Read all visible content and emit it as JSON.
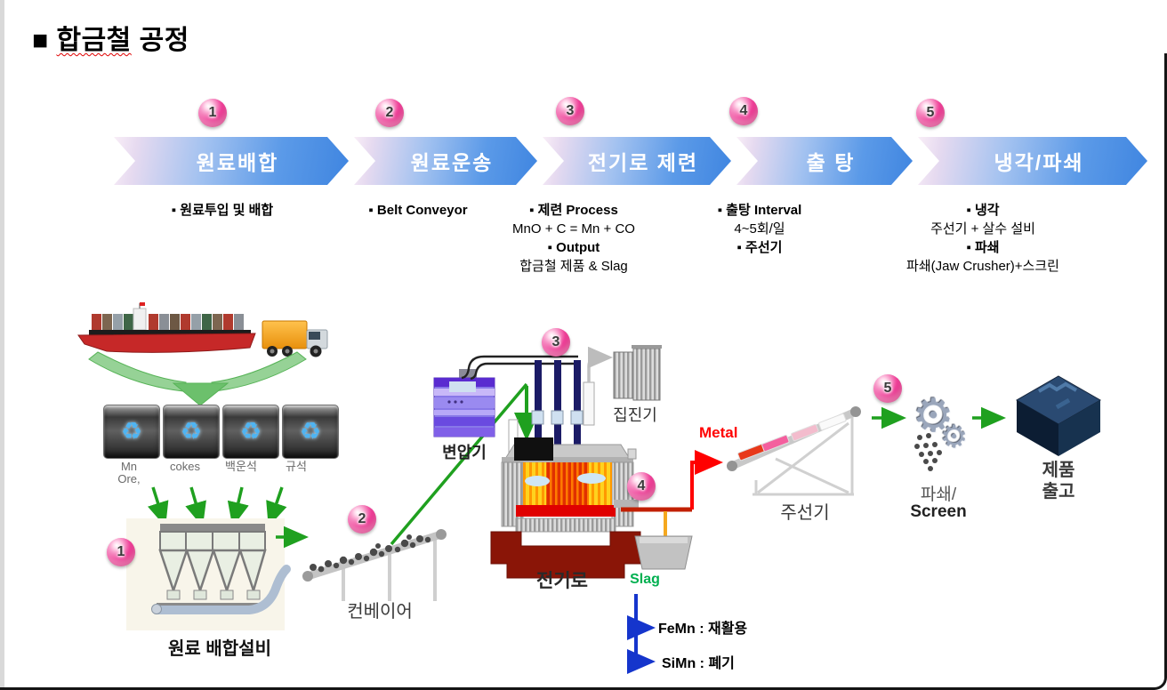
{
  "title": {
    "prefix": "■ ",
    "word": "합금철",
    "rest": " 공정"
  },
  "steps": [
    {
      "num": "1",
      "banner": "원료배합",
      "lines": [
        {
          "t": "▪ 원료투입 및 배합"
        }
      ]
    },
    {
      "num": "2",
      "banner": "원료운송",
      "lines": [
        {
          "t": "▪ Belt Conveyor"
        }
      ]
    },
    {
      "num": "3",
      "banner": "전기로 제련",
      "lines": [
        {
          "t": "▪ 제련 Process"
        },
        {
          "t": "MnO + C = Mn + CO"
        },
        {
          "t": "▪ Output"
        },
        {
          "t": "합금철 제품 & Slag"
        }
      ]
    },
    {
      "num": "4",
      "banner": "출 탕",
      "lines": [
        {
          "t": "▪ 출탕 Interval"
        },
        {
          "t": "4~5회/일"
        },
        {
          "t": "▪ 주선기"
        }
      ]
    },
    {
      "num": "5",
      "banner": "냉각/파쇄",
      "lines": [
        {
          "t": "▪ 냉각"
        },
        {
          "t": "주선기 + 살수 설비"
        },
        {
          "t": "▪ 파쇄"
        },
        {
          "t": "파쇄(Jaw Crusher)+스크린"
        }
      ]
    }
  ],
  "diagram": {
    "bins": [
      {
        "line1": "Mn",
        "line2": "Ore,"
      },
      {
        "line1": "cokes",
        "line2": ""
      },
      {
        "line1": "백운석",
        "line2": ""
      },
      {
        "line1": "규석",
        "line2": ""
      }
    ],
    "labels": {
      "hopper": "원료 배합설비",
      "conveyor": "컨베이어",
      "transformer": "변압기",
      "dust_collector": "집진기",
      "furnace": "전기로",
      "slag": "Slag",
      "metal": "Metal",
      "caster": "주선기",
      "crusher1": "파쇄/",
      "crusher2": "Screen",
      "product1": "제품",
      "product2": "출고",
      "femn": "FeMn : 재활용",
      "simn": "SiMn  : 폐기"
    }
  },
  "icons": {
    "recycle": "♻",
    "gear": "⚙"
  },
  "colors": {
    "banner_blue": "#4a90e2",
    "banner_tail_pink": "#f6e9f4",
    "badge_pink": "#e0218a",
    "flow_green": "#1fa01f",
    "metal_red": "#ff0000",
    "slag_green": "#00b050",
    "branch_blue": "#1535cc"
  }
}
